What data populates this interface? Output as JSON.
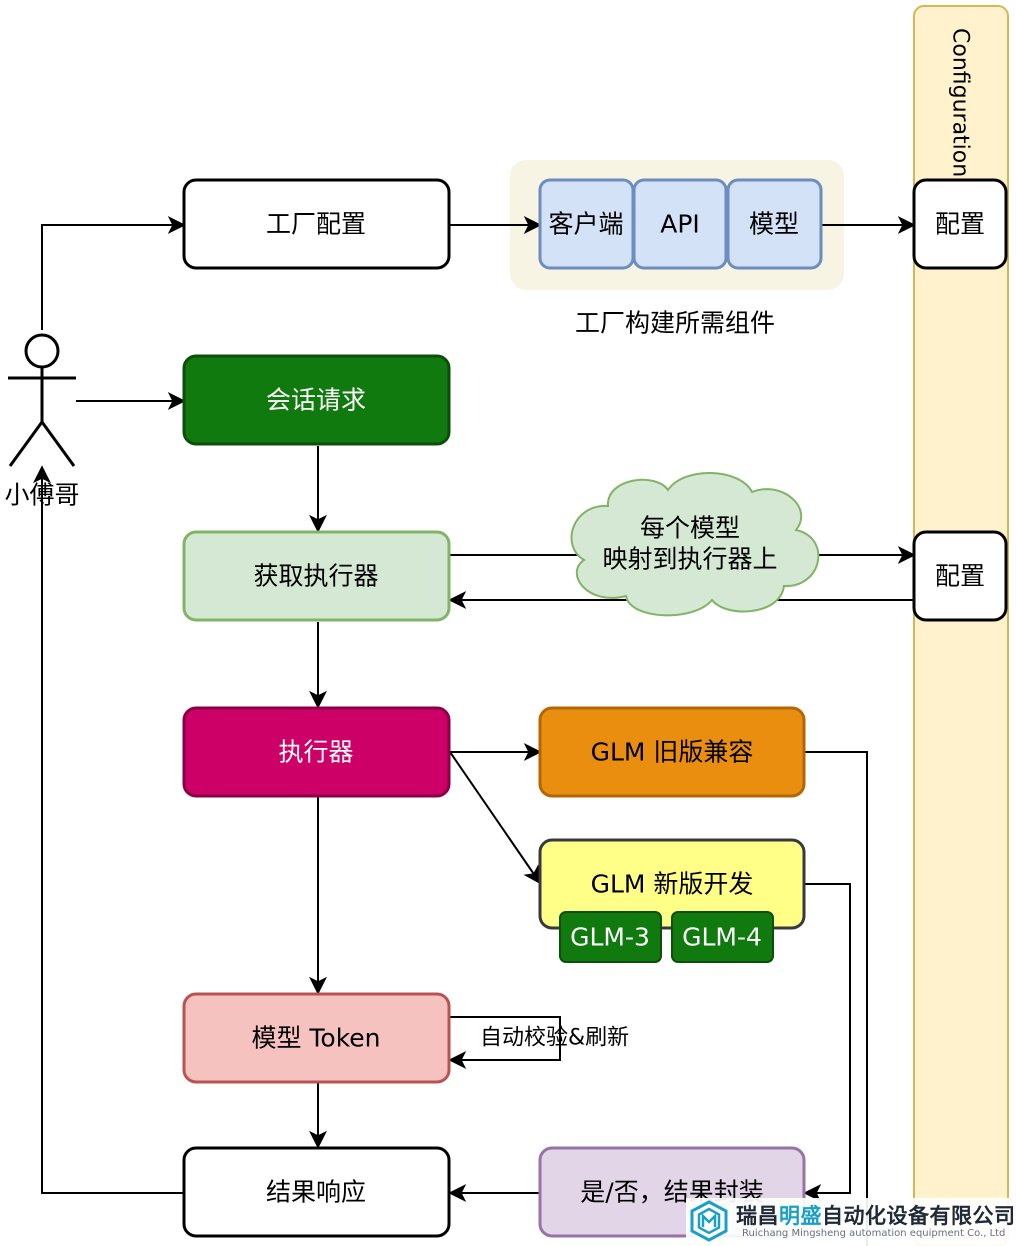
{
  "actor": {
    "label": "小傅哥"
  },
  "nodes": {
    "factory_config": "工厂配置",
    "session_request": "会话请求",
    "get_executor": "获取执行器",
    "executor": "执行器",
    "model_token": "模型 Token",
    "result_response": "结果响应",
    "glm_legacy": "GLM 旧版兼容",
    "glm_new": "GLM 新版开发",
    "glm3": "GLM-3",
    "glm4": "GLM-4",
    "result_wrap": "是/否，结果封装",
    "config_top": "配置",
    "config_mid": "配置"
  },
  "components": {
    "items": [
      "客户端",
      "API",
      "模型"
    ],
    "caption": "工厂构建所需组件"
  },
  "cloud": {
    "line1": "每个模型",
    "line2": "映射到执行器上"
  },
  "self_loop_label": "自动校验&刷新",
  "swimlane": {
    "title": "Configuration"
  },
  "watermark": {
    "company_part1": "瑞昌",
    "company_highlight": "明盛",
    "company_part2": "自动化设备有限公司",
    "company_en": "Ruichang Mingsheng automation equipment Co., Ltd"
  },
  "colors": {
    "session_fill": "#117a0e",
    "get_executor_fill": "#d5e8d4",
    "executor_fill": "#cc0066",
    "token_fill": "#f5c2c0",
    "glm_legacy_fill": "#ea8e10",
    "glm_new_fill": "#ffff88",
    "glm_chip_fill": "#117a0e",
    "result_wrap_fill": "#e1d5e7",
    "component_fill": "#d4e2f8",
    "swimlane_fill": "#fff2cc",
    "cloud_fill": "#d5e8d4"
  }
}
